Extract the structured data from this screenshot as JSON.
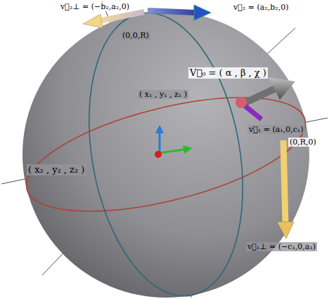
{
  "diagram": {
    "labels": [
      "v⃗₂⊥ = (−b₂,a₂,0)",
      "v⃗₂ = (a₂,b₂,0)",
      "(0,0,R)",
      "V⃗₀ = ( α , β , χ )",
      "( x₁ , y₁ , z₁ )",
      "v⃗₁ = (a₁,0,c₁)",
      "(0,R,0)",
      "( x₂ , y₂ , z₂ )",
      "v⃗₁⊥ = (−c₁,0,a₁)"
    ]
  }
}
